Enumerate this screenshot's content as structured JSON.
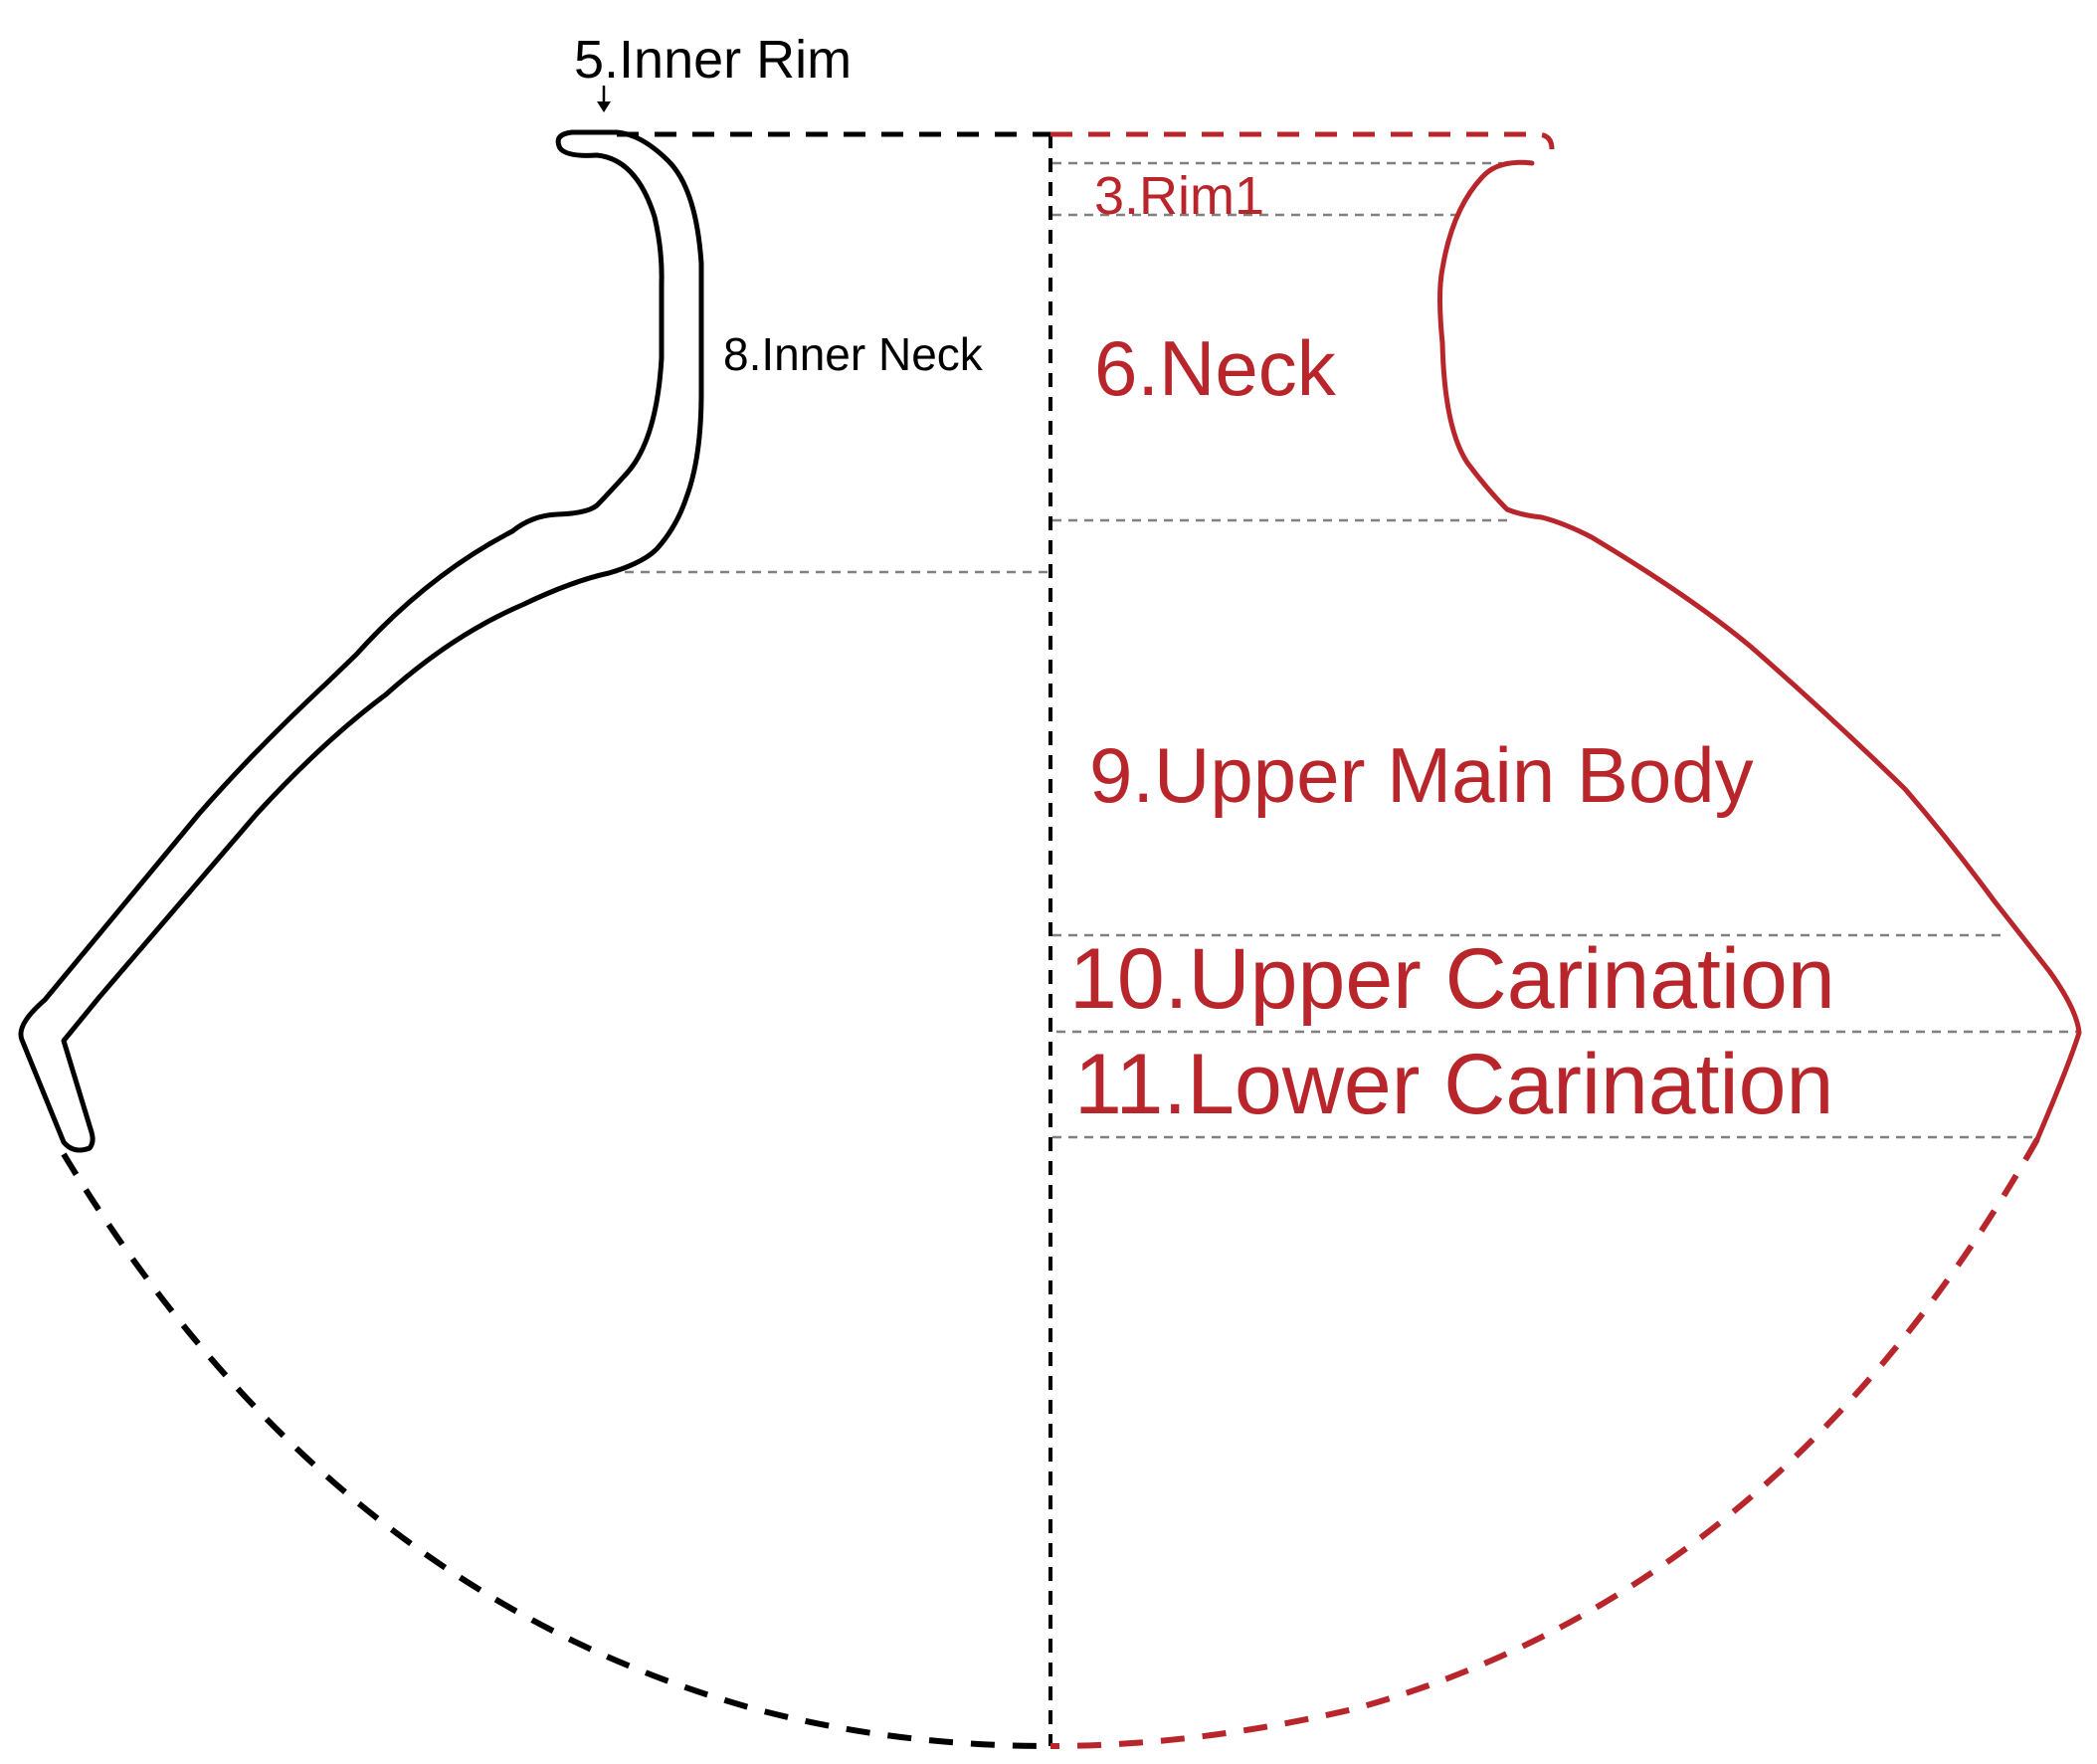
{
  "colors": {
    "background": "#ffffff",
    "profile_black": "#000000",
    "profile_red": "#b8252a",
    "guide_gray": "#808080"
  },
  "labels": {
    "inner_rim": "5.Inner Rim",
    "rim1": "3.Rim1",
    "inner_neck": "8.Inner Neck",
    "neck": "6.Neck",
    "upper_main_body": "9.Upper Main Body",
    "upper_carination": "10.Upper Carination",
    "lower_carination": "11.Lower Carination"
  }
}
